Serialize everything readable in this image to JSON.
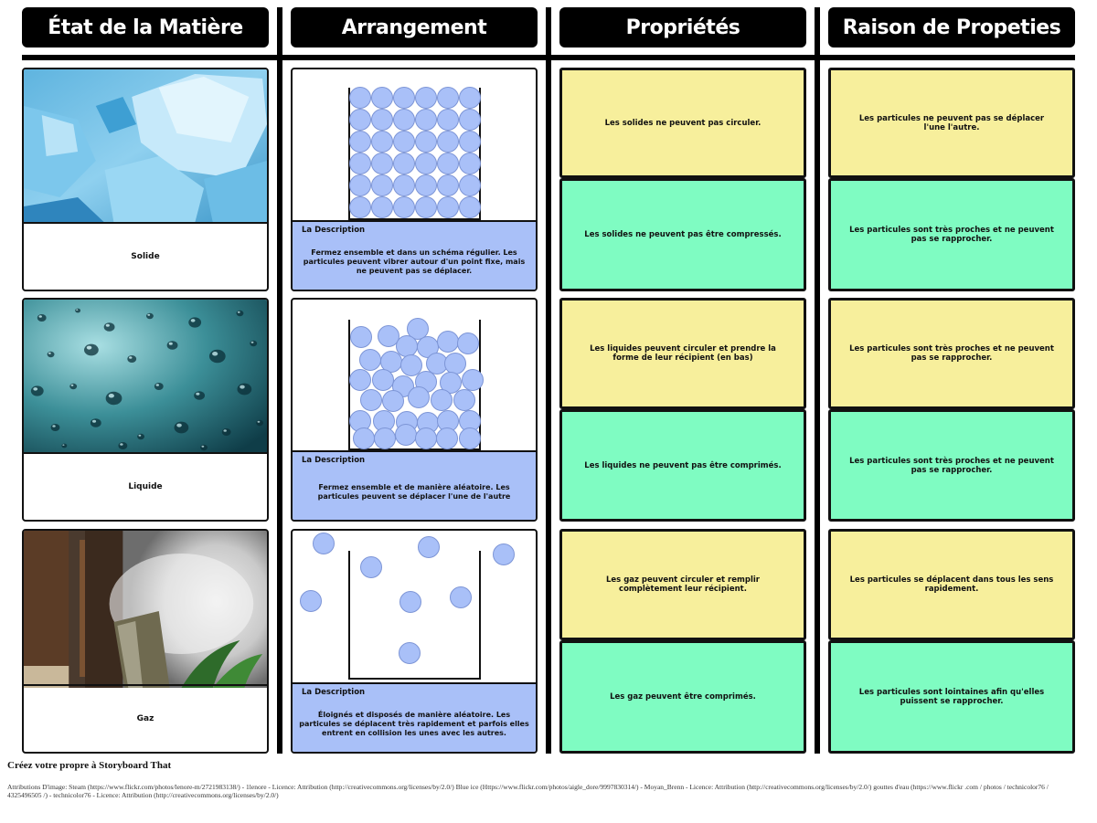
{
  "headers": [
    "État de la Matière",
    "Arrangement",
    "Propriétés",
    "Raison de Propeties"
  ],
  "rows": [
    {
      "state": "Solide",
      "description_title": "La Description",
      "description": "Fermez ensemble et dans un schéma régulier. Les particules peuvent vibrer autour d'un point fixe, mais ne peuvent pas se déplacer.",
      "properties": [
        "Les solides ne peuvent pas circuler.",
        "Les solides ne peuvent pas être compressés."
      ],
      "reasons": [
        "Les particules ne peuvent pas se déplacer l'une l'autre.",
        "Les particules sont très proches et ne peuvent pas se rapprocher."
      ]
    },
    {
      "state": "Liquide",
      "description_title": "La Description",
      "description": "Fermez ensemble et de manière aléatoire. Les particules peuvent se déplacer l'une de l'autre",
      "properties": [
        "Les liquides peuvent circuler et prendre la forme de leur récipient (en bas)",
        "Les liquides ne peuvent pas être comprimés."
      ],
      "reasons": [
        "Les particules sont très proches et ne peuvent pas se rapprocher.",
        "Les particules sont très proches et ne peuvent pas se rapprocher."
      ]
    },
    {
      "state": "Gaz",
      "description_title": "La Description",
      "description": "Éloignés et disposés de manière aléatoire. Les particules se déplacent très rapidement et parfois elles entrent en collision les unes avec les autres.",
      "properties": [
        "Les gaz peuvent circuler et remplir complètement leur récipient.",
        "Les gaz peuvent être comprimés."
      ],
      "reasons": [
        "Les particules se déplacent dans tous les sens rapidement.",
        "Les particules sont lointaines afin qu'elles puissent se rapprocher."
      ]
    }
  ],
  "footer": {
    "cta": "Créez votre propre à Storyboard That",
    "attributions": "Attributions D'image: Steam (https://www.flickr.com/photos/lenore-m/2721983138/) - 1lenore - Licence: Attribution (http://creativecommons.org/licenses/by/2.0/) Blue ice (Https://www.flickr.com/photos/aigle_dore/9997830314/) - Moyan_Brenn - Licence: Attribution (http://creativecommons.org/licenses/by/2.0/) gouttes d'eau (https://www.flickr .com / photos / technicolor76 / 4325496505 /) - technicolor76 - Licence: Attribution (http://creativecommons.org/licenses/by/2.0/)"
  },
  "colors": {
    "particle": "#a9c0f8",
    "description_bg": "#a9c0f8",
    "property_yellow": "#f7ef9c",
    "property_green": "#7ffcc2"
  }
}
